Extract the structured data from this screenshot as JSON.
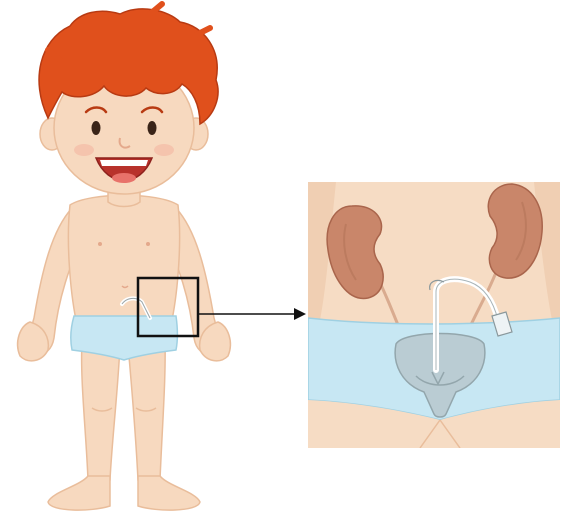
{
  "figure": {
    "subject": "boy-with-suprapubic-catheter",
    "inset": "kidneys-ureters-bladder-with-catheter"
  },
  "colors": {
    "hair": "#e0501c",
    "hair_dark": "#b83a12",
    "skin": "#f7d9bf",
    "skin_shadow": "#e9bd9b",
    "underwear": "#c7e7f3",
    "underwear_dark": "#9fd0e2",
    "kidney": "#c9866a",
    "kidney_dark": "#a9654c",
    "bladder": "#b7c7cc",
    "catheter": "#eef3f5",
    "zoom_box": "#111111",
    "arrow": "#111111",
    "inset_bg": "#f6dcc4"
  },
  "icons": [
    "boy-figure",
    "zoom-box",
    "arrow-icon",
    "kidney-icon",
    "bladder-icon",
    "catheter-icon"
  ]
}
